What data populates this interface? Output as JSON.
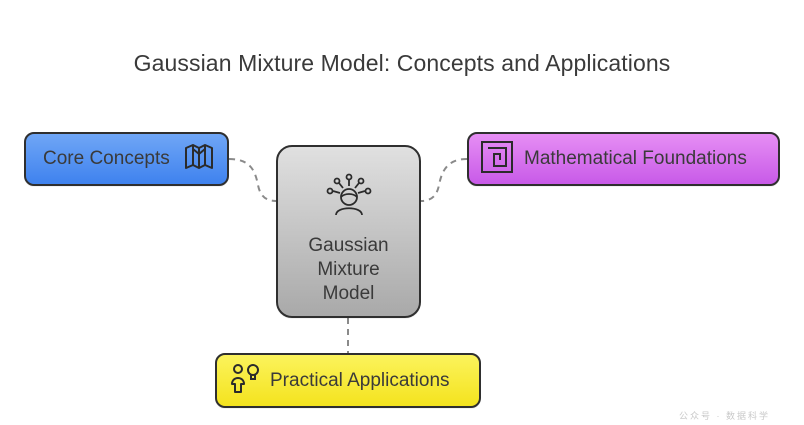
{
  "title": "Gaussian Mixture Model: Concepts and Applications",
  "center": {
    "lines": [
      "Gaussian",
      "Mixture",
      "Model"
    ],
    "icon": "network-person-icon"
  },
  "nodes": {
    "core": {
      "label": "Core Concepts",
      "icon": "map-icon",
      "color": "#4f8ff0"
    },
    "math": {
      "label": "Mathematical Foundations",
      "icon": "nested-squares-icon",
      "color": "#d772ee"
    },
    "practical": {
      "label": "Practical Applications",
      "icon": "person-bulb-icon",
      "color": "#f7e838"
    }
  },
  "watermark": "公众号 · 数据科学"
}
